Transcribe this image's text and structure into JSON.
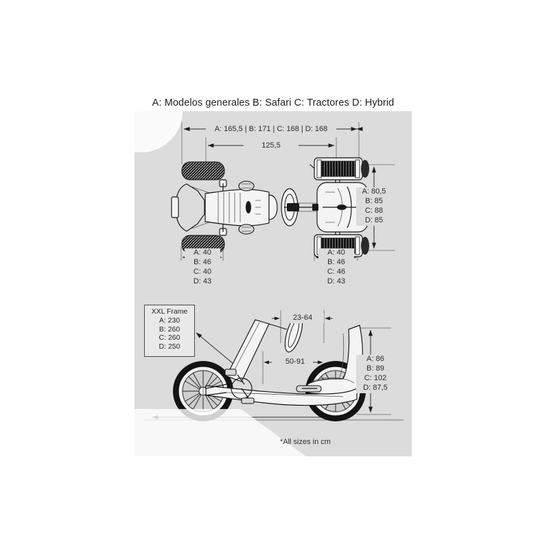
{
  "title": "A: Modelos generales B: Safari C: Tractores D: Hybrid",
  "footnote": "*All sizes in cm",
  "top_view": {
    "overall_length": "A: 165,5 | B: 171 | C: 168 | D: 168",
    "wheelbase": "125,5",
    "height_right": {
      "a": "A: 80,5",
      "b": "B: 85",
      "c": "C: 88",
      "d": "D: 85"
    },
    "track_front": {
      "a": "A: 40",
      "b": "B: 46",
      "c": "C: 40",
      "d": "D: 43"
    },
    "track_rear": {
      "a": "A: 40",
      "b": "B: 46",
      "c": "C: 46",
      "d": "D: 43"
    }
  },
  "side_view": {
    "frame_box": {
      "heading": "XXL Frame",
      "a": "A: 230",
      "b": "B: 260",
      "c": "C: 260",
      "d": "D: 250"
    },
    "steering_range": "23-64",
    "seat_range": "50-91",
    "height": {
      "a": "A: 86",
      "b": "B: 89",
      "c": "C: 102",
      "d": "D: 87,5"
    }
  },
  "colors": {
    "panel": "#dcdcdc",
    "line": "#2b2b2b",
    "tire": "#141414",
    "text": "#1a1a1a",
    "page": "#ffffff"
  }
}
